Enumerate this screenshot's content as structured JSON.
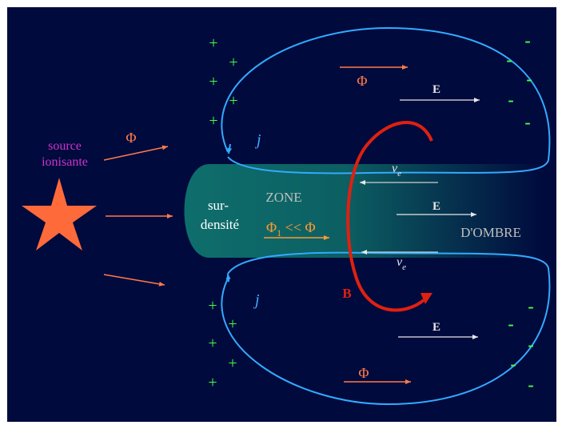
{
  "labels": {
    "source_line1": "source",
    "source_line2": "ionisante",
    "phi": "Φ",
    "j": "j",
    "v": "v",
    "v_sub": "e",
    "E": "E",
    "zone": "ZONE",
    "ombre": "D'OMBRE",
    "sur": "sur-",
    "densite": "densité",
    "phi1_main": "Φ",
    "phi1_sub": "1",
    "phi1_rest": " << Φ",
    "B": "B",
    "plus": "+",
    "minus": "-"
  },
  "colors": {
    "background": "#000a3d",
    "outer_white": "#ffffff",
    "star": "#ff6a3a",
    "source_text": "#cc33cc",
    "arrow_orange": "#ff7a4a",
    "loop": "#33aaff",
    "j_text": "#44aaff",
    "plus": "#44ff44",
    "minus": "#44ff44",
    "zone_teal": "#0c6a6a",
    "B_red": "#e02010",
    "E_text": "#e8e8e8",
    "phi1": "#ff9933",
    "zone_text": "#bfbfbf"
  }
}
